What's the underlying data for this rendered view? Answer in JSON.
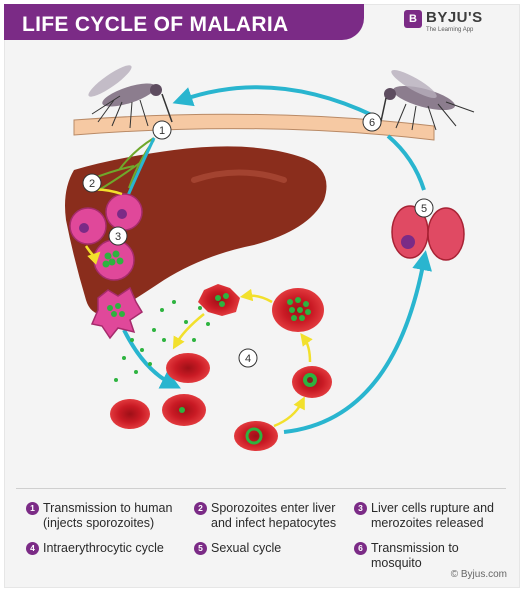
{
  "header": {
    "title": "LIFE CYCLE OF MALARIA"
  },
  "brand": {
    "logo_text": "B",
    "name": "BYJU'S",
    "tagline": "The Learning App"
  },
  "diagram": {
    "step_labels": [
      "1",
      "2",
      "3",
      "4",
      "5",
      "6"
    ]
  },
  "legend": [
    {
      "num": "1",
      "text": "Transmission to human\n(injects sporozoites)"
    },
    {
      "num": "2",
      "text": "Sporozoites enter liver\nand infect hepatocytes"
    },
    {
      "num": "3",
      "text": "Liver cells rupture and\nmerozoites released"
    },
    {
      "num": "4",
      "text": "Intraerythrocytic cycle"
    },
    {
      "num": "5",
      "text": "Sexual cycle"
    },
    {
      "num": "6",
      "text": "Transmission to\nmosquito"
    }
  ],
  "footer": {
    "copyright": "© Byjus.com"
  },
  "colors": {
    "brand": "#7b2b86",
    "arrow": "#29b5cf",
    "rbc": "#d8262e",
    "liver": "#8a2d1c",
    "hepatocyte": "#e0489a",
    "parasite": "#2db33f"
  }
}
